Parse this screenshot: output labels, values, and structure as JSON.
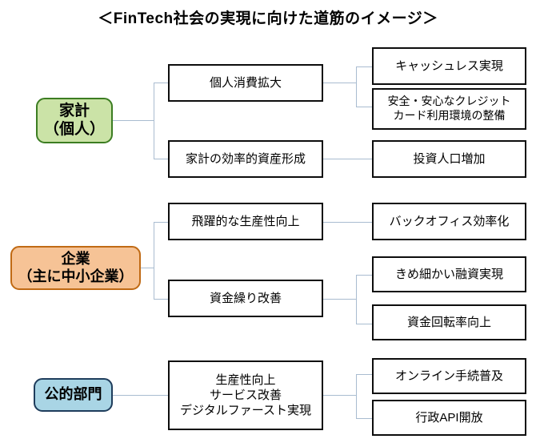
{
  "title": "＜FinTech社会の実現に向けた道筋のイメージ＞",
  "colors": {
    "household_fill": "#cbe3a7",
    "household_border": "#3c7d22",
    "company_fill": "#f6c396",
    "company_border": "#c06a14",
    "public_fill": "#a9d5e5",
    "public_border": "#1f3d5c",
    "box_border": "#0d0d0d",
    "connector": "#a9bcd0",
    "background": "#ffffff"
  },
  "actors": {
    "household": {
      "line1": "家計",
      "line2": "（個人）"
    },
    "company": {
      "line1": "企業",
      "line2": "（主に中小企業）"
    },
    "public": {
      "line1": "公的部門"
    }
  },
  "middle": {
    "consumption": "個人消費拡大",
    "asset_formation": "家計の効率的資産形成",
    "productivity": "飛躍的な生産性向上",
    "cashflow": "資金繰り改善",
    "public_goals": {
      "line1": "生産性向上",
      "line2": "サービス改善",
      "line3": "デジタルファースト実現"
    }
  },
  "outcomes": {
    "cashless": "キャッシュレス実現",
    "credit_card": {
      "line1": "安全・安心なクレジット",
      "line2": "カード利用環境の整備"
    },
    "investors": "投資人口増加",
    "back_office": "バックオフィス効率化",
    "fine_lending": "きめ細かい融資実現",
    "capital_turnover": "資金回転率向上",
    "online_procedures": "オンライン手続普及",
    "gov_api": "行政API開放"
  }
}
